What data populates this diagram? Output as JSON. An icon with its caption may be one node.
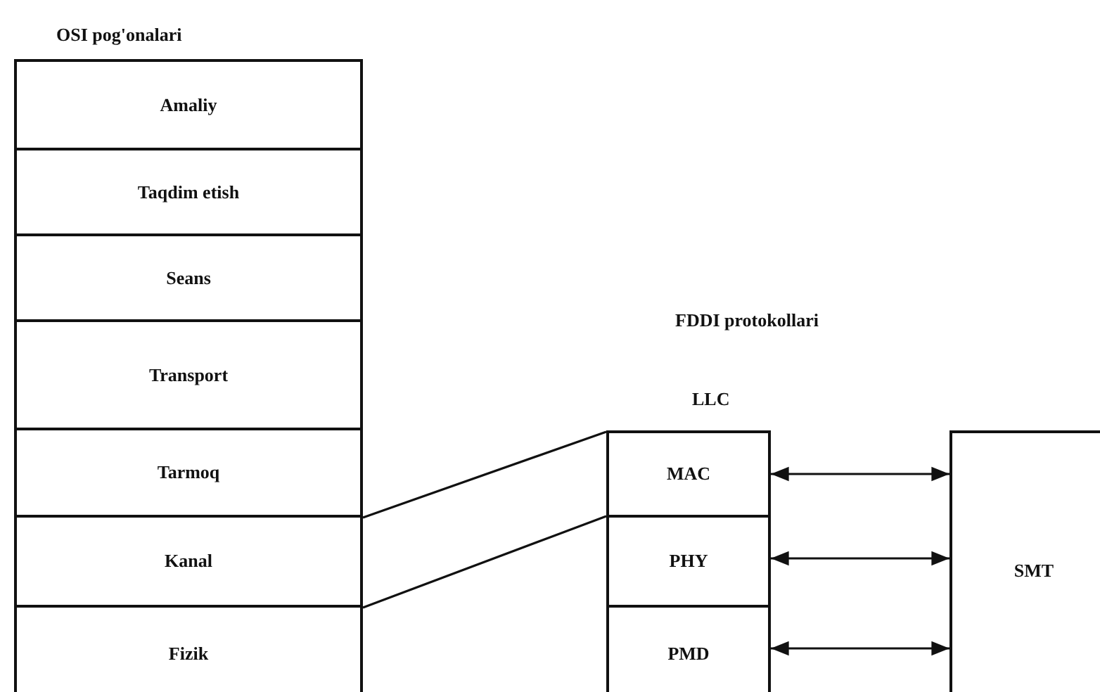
{
  "diagram": {
    "nodes": [
      {
        "text": [
          "Amaliy"
        ]
      },
      {
        "text": [
          "Taqdim etish"
        ]
      },
      {
        "text": [
          "Seans"
        ]
      },
      {
        "text": [
          "Transport"
        ]
      },
      {
        "text": [
          "Tarmoq"
        ]
      },
      {
        "text": [
          "Kanal"
        ]
      },
      {
        "text": [
          "Fizik"
        ]
      },
      {
        "text": [
          "MAC"
        ]
      },
      {
        "text": [
          "PHY"
        ]
      },
      {
        "text": [
          "PMD"
        ]
      },
      {
        "text": [
          "SMT"
        ]
      }
    ],
    "edges": [
      {
        "from": 5,
        "to": 7,
        "arrow": "none"
      },
      {
        "from": 6,
        "to": 8,
        "arrow": "none"
      },
      {
        "from": 7,
        "to": 10,
        "arrow": "both"
      },
      {
        "from": 8,
        "to": 10,
        "arrow": "both"
      },
      {
        "from": 9,
        "to": 10,
        "arrow": "both"
      }
    ],
    "labels": [
      "OSI pog'onalari",
      "FDDI protokollari",
      "LLC"
    ]
  }
}
